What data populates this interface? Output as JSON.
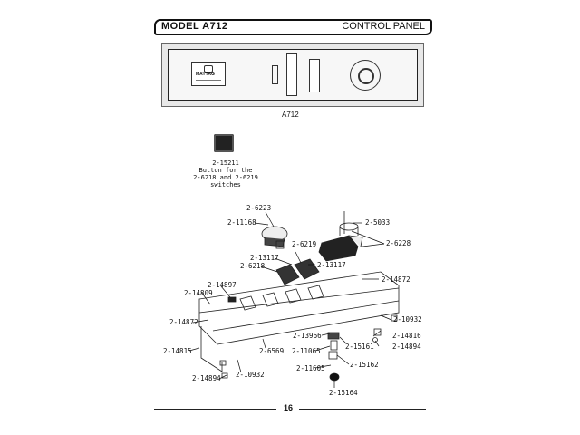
{
  "header": {
    "model": "MODEL A712",
    "section": "CONTROL PANEL"
  },
  "panel": {
    "caption": "A712",
    "brand": "MAYTAG"
  },
  "button_callout": {
    "part": "2-15211",
    "description_lines": [
      "Button for the",
      "2-6218 and 2-6219",
      "switches"
    ]
  },
  "parts": [
    {
      "id": "2-6223"
    },
    {
      "id": "2-11168"
    },
    {
      "id": "2-5033"
    },
    {
      "id": "2-6228"
    },
    {
      "id": "2-6219"
    },
    {
      "id": "2-13117"
    },
    {
      "id": "2-6218"
    },
    {
      "id": "2-13117"
    },
    {
      "id": "2-14872"
    },
    {
      "id": "2-14897"
    },
    {
      "id": "2-14809"
    },
    {
      "id": "2-14872"
    },
    {
      "id": "2-10932"
    },
    {
      "id": "2-13966"
    },
    {
      "id": "2-14816"
    },
    {
      "id": "2-15161"
    },
    {
      "id": "2-14894"
    },
    {
      "id": "2-14815"
    },
    {
      "id": "2-6569"
    },
    {
      "id": "2-11065"
    },
    {
      "id": "2-15162"
    },
    {
      "id": "2-11605"
    },
    {
      "id": "2-14894"
    },
    {
      "id": "2-10932"
    },
    {
      "id": "2-15164"
    }
  ],
  "footer": {
    "page_number": "16"
  }
}
